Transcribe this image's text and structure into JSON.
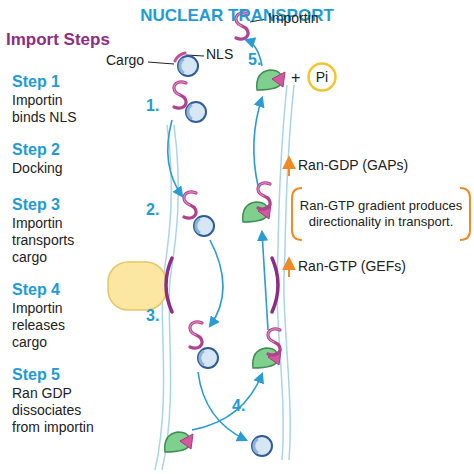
{
  "diagram": {
    "title": "NUCLEAR TRANSPORT",
    "nodes": [
      {
        "text": [
          "Ran-GTP gradient produces directionality in transport."
        ]
      },
      {
        "text": [
          "Pi"
        ]
      }
    ],
    "labels": [
      "Import Steps",
      "Step 1",
      "Importin binds NLS",
      "Step 2",
      "Docking",
      "Step 3",
      "Importin transports cargo",
      "Step 4",
      "Importin releases cargo",
      "Step 5",
      "Ran GDP dissociates from importin",
      "Cargo",
      "NLS",
      "Importin",
      "1.",
      "5.",
      "+",
      "Ran-GDP (GAPs)",
      "2.",
      "Ran-GTP (GEFs)",
      "3.",
      "4."
    ]
  }
}
